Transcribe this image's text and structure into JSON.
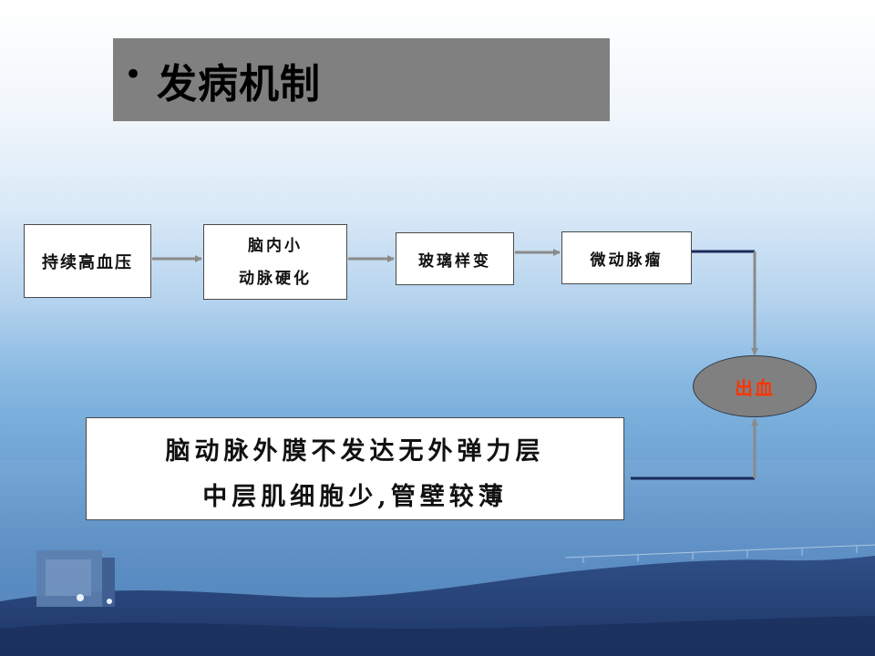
{
  "slide": {
    "bullet": "•",
    "title": "发病机制"
  },
  "flow": {
    "step1": "持续高血压",
    "step2_line1": "脑内小",
    "step2_line2": "动脉硬化",
    "step3": "玻璃样变",
    "step4": "微动脉瘤",
    "result": "出血"
  },
  "cause": {
    "line1": "脑动脉外膜不发达无外弹力层",
    "line2": "中层肌细胞少,管壁较薄"
  },
  "colors": {
    "title_box": "#808080",
    "result_text": "#ff3300",
    "connector_dark": "#1a2a5a",
    "arrow_gray": "#8a8a8a"
  }
}
